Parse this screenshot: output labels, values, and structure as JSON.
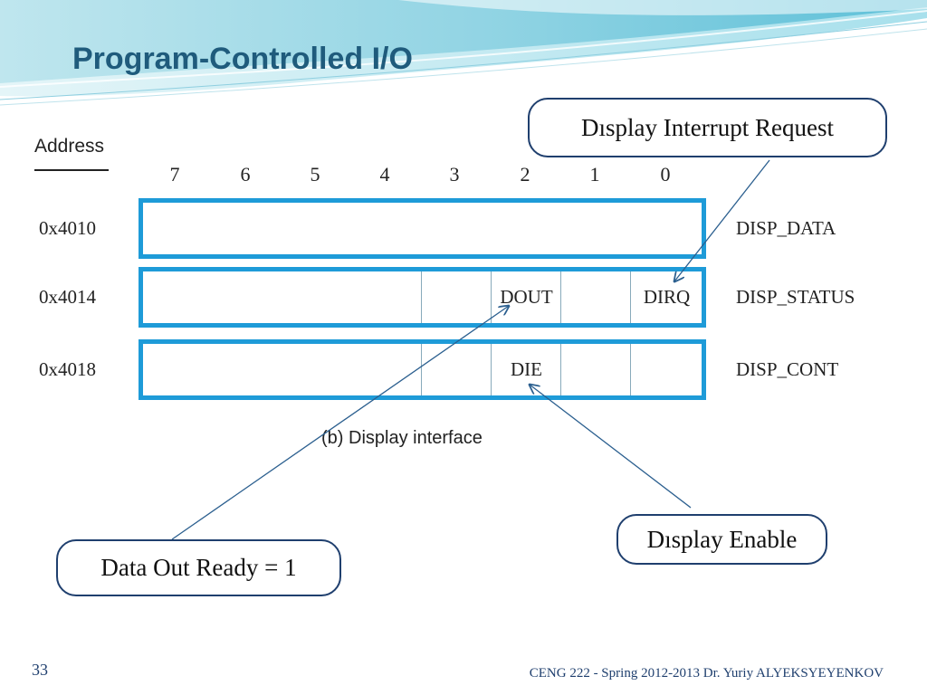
{
  "title": "Program-Controlled I/O",
  "figure": {
    "address_header": "Address",
    "bit_numbers": [
      "7",
      "6",
      "5",
      "4",
      "3",
      "2",
      "1",
      "0"
    ],
    "registers": [
      {
        "address": "0x4010",
        "name": "DISP_DATA",
        "cells": []
      },
      {
        "address": "0x4014",
        "name": "DISP_STATUS",
        "cells": [
          "",
          "DOUT",
          "",
          "DIRQ"
        ]
      },
      {
        "address": "0x4018",
        "name": "DISP_CONT",
        "cells": [
          "",
          "DIE",
          "",
          ""
        ]
      }
    ],
    "caption": "(b) Display interface"
  },
  "callouts": {
    "interrupt_request": "Dısplay Interrupt Request",
    "display_enable": "Dısplay Enable",
    "data_out_ready": "Data Out Ready = 1"
  },
  "footer": {
    "page_number": "33",
    "course_info": "CENG 222 - Spring 2012-2013   Dr. Yuriy ALYEKSYEYENKOV"
  },
  "colors": {
    "title": "#1f5b7c",
    "register_border": "#1e9bd8",
    "callout_border": "#1f3f6e",
    "arrow": "#2b5f8f"
  }
}
